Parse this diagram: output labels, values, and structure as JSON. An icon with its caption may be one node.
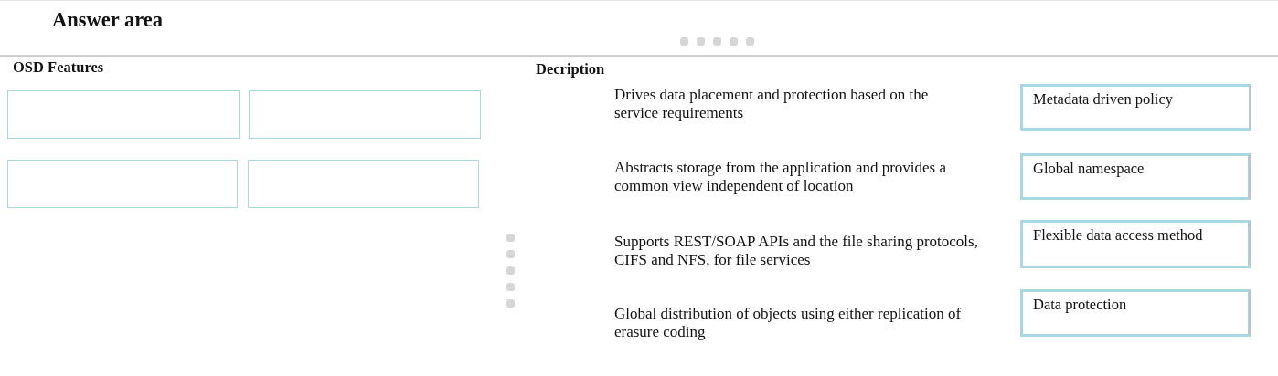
{
  "diagram": {
    "title": "Answer area",
    "nodes": [
      {
        "text": [],
        "shape": "box"
      },
      {
        "text": [],
        "shape": "box"
      },
      {
        "text": [],
        "shape": "box"
      },
      {
        "text": [],
        "shape": "box"
      },
      {
        "text": [
          "Metadata driven policy"
        ]
      },
      {
        "text": [
          "Global namespace"
        ]
      },
      {
        "text": [
          "Flexible data access method"
        ]
      },
      {
        "text": [
          "Data protection"
        ]
      }
    ],
    "edges": [],
    "labels": [
      "OSD Features",
      "Decription",
      "Drives data placement and protection based on the service requirements",
      "Abstracts storage from the application and provides a common view independent of location",
      "Supports REST/SOAP APIs and the file sharing protocols, CIFS and NFS, for file services",
      "Global distribution of objects using either replication of erasure coding"
    ]
  }
}
